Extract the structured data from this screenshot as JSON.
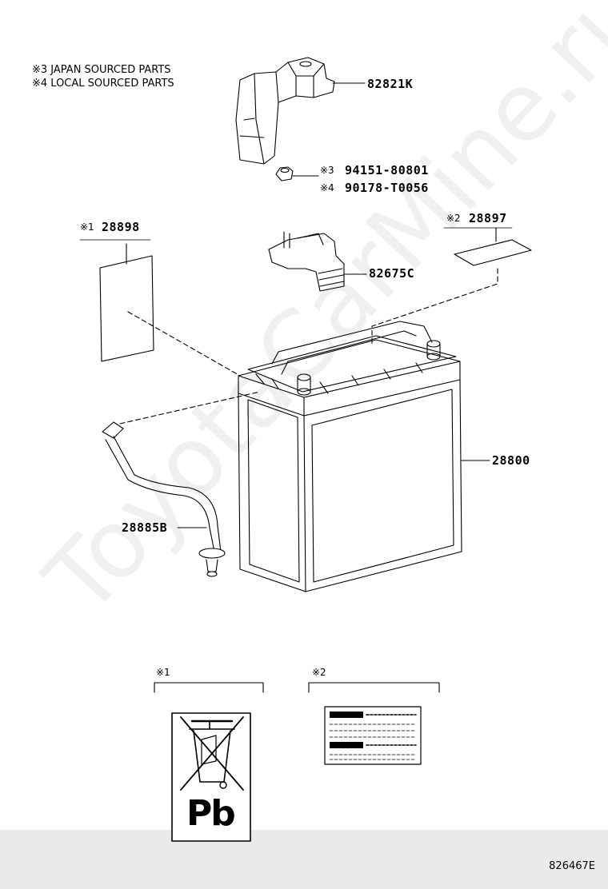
{
  "notes": {
    "japan": "※3 JAPAN SOURCED PARTS",
    "local": "※4 LOCAL SOURCED PARTS"
  },
  "parts": {
    "cover": "82821K",
    "nut_japan_mark": "※3",
    "nut_japan": "94151-80801",
    "nut_local_mark": "※4",
    "nut_local": "90178-T0056",
    "label1_mark": "※1",
    "label1": "28898",
    "label2_mark": "※2",
    "label2": "28897",
    "clamp": "82675C",
    "battery": "28800",
    "vent_hose": "28885B"
  },
  "detail": {
    "d1_mark": "※1",
    "d2_mark": "※2",
    "pb_text": "Pb"
  },
  "watermark": "ToyotaCarMine.ru",
  "diagram_id": "826467E"
}
